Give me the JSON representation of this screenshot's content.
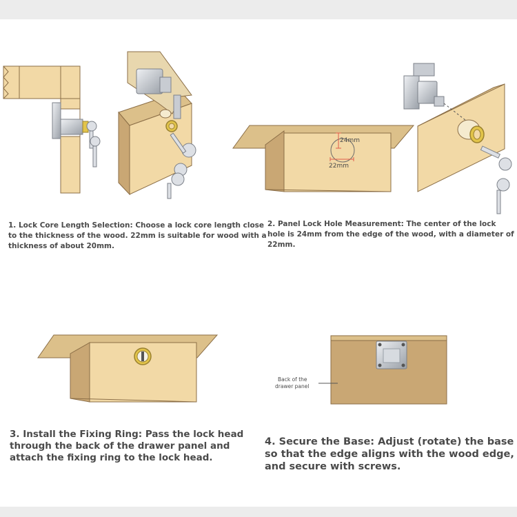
{
  "panels": [
    {
      "caption": "1. Lock Core Length Selection: Choose a lock core length close to the thickness of the wood. 22mm is suitable for wood with a thickness of about 20mm."
    },
    {
      "caption": "2. Panel Lock Hole Measurement: The center of the lock hole is 24mm from the edge of the wood, with a diameter of 22mm.",
      "label_offset": "24mm",
      "label_diameter": "22mm"
    },
    {
      "caption": "3. Install the Fixing Ring: Pass the lock head through the back of the drawer panel and attach the fixing ring to the lock head."
    },
    {
      "caption": "4. Secure the Base: Adjust (rotate) the base so that the edge aligns with the wood edge, and secure with screws.",
      "label_back_line1": "Back of the",
      "label_back_line2": "drawer panel"
    }
  ],
  "colors": {
    "wood_face": "#f2d9a6",
    "wood_top": "#dcc08a",
    "wood_side": "#c9a774",
    "wood_dark": "#caa97a",
    "outline": "#8b6e47",
    "metal": "#c8ccd2",
    "metal_dark": "#7c8189",
    "brass": "#e2c44a",
    "accent_red": "#e05a4a",
    "caption": "#4a4a4a",
    "band": "#ececec"
  }
}
